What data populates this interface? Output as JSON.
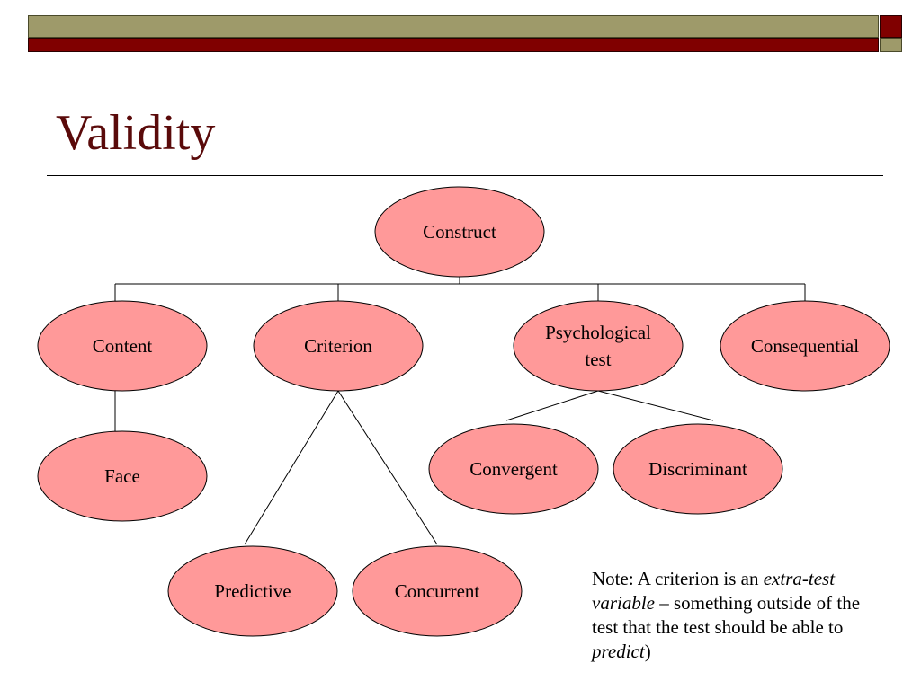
{
  "slide": {
    "title": "Validity",
    "colors": {
      "olive": "#9e9a6a",
      "darkred": "#800000",
      "node_fill": "#ff9999",
      "title": "#5a0a0a"
    }
  },
  "diagram": {
    "nodes": {
      "construct": {
        "lines": [
          "Construct"
        ]
      },
      "content": {
        "lines": [
          "Content"
        ]
      },
      "criterion": {
        "lines": [
          "Criterion"
        ]
      },
      "psychological": {
        "lines": [
          "Psychological",
          "test"
        ]
      },
      "consequential": {
        "lines": [
          "Consequential"
        ]
      },
      "face": {
        "lines": [
          "Face"
        ]
      },
      "convergent": {
        "lines": [
          "Convergent"
        ]
      },
      "discriminant": {
        "lines": [
          "Discriminant"
        ]
      },
      "predictive": {
        "lines": [
          "Predictive"
        ]
      },
      "concurrent": {
        "lines": [
          "Concurrent"
        ]
      }
    }
  },
  "note": {
    "part1": "Note: A criterion is an ",
    "italic1": "extra-test variable",
    "part2": " – something outside of the test that the test should be able to ",
    "italic2": "predict",
    "part3": ")"
  }
}
